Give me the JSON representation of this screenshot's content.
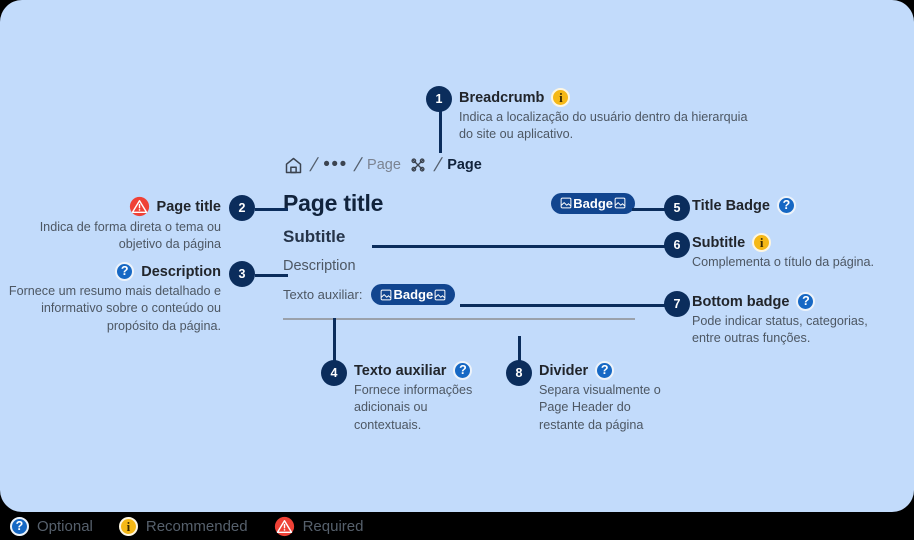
{
  "canvas": {
    "background_color": "#c2dbfb",
    "marker_color": "#0b2d5c"
  },
  "mock": {
    "breadcrumb": {
      "home_icon": "home-icon",
      "separator": "/",
      "ellipsis": "•••",
      "page_muted": "Page",
      "unknown_icon": "unknown-glyph-icon",
      "page_current": "Page"
    },
    "page_title": "Page title",
    "title_badge": {
      "label": "Badge",
      "leading_icon": "image-placeholder-icon",
      "trailing_icon": "image-placeholder-icon",
      "color": "#11458f"
    },
    "subtitle": "Subtitle",
    "description": "Description",
    "aux_text": "Texto auxiliar:",
    "bottom_badge": {
      "label": "Badge",
      "leading_icon": "image-placeholder-icon",
      "trailing_icon": "image-placeholder-icon",
      "color": "#11458f"
    },
    "divider_color": "#9aa1ab"
  },
  "annotations": [
    {
      "number": "1",
      "title": "Breadcrumb",
      "status": "recommended",
      "body": "Indica a localização do usuário dentro da hierarquia do site ou aplicativo."
    },
    {
      "number": "2",
      "title": "Page title",
      "status": "required",
      "body": "Indica de forma direta o tema ou objetivo da página"
    },
    {
      "number": "3",
      "title": "Description",
      "status": "optional",
      "body": "Fornece um resumo mais detalhado e informativo sobre o conteúdo ou propósito da página."
    },
    {
      "number": "4",
      "title": "Texto auxiliar",
      "status": "optional",
      "body": "Fornece informações adicionais ou contextuais."
    },
    {
      "number": "5",
      "title": "Title Badge",
      "status": "optional",
      "body": ""
    },
    {
      "number": "6",
      "title": "Subtitle",
      "status": "recommended",
      "body": "Complementa o título da página."
    },
    {
      "number": "7",
      "title": "Bottom badge",
      "status": "optional",
      "body": "Pode indicar status, categorias, entre outras funções."
    },
    {
      "number": "8",
      "title": "Divider",
      "status": "optional",
      "body": "Separa visualmente o Page Header do restante da página"
    }
  ],
  "legend": {
    "background_color": "#000000",
    "items": [
      {
        "icon": "question-mark-icon",
        "label": "Optional",
        "color": "#1668c4"
      },
      {
        "icon": "info-icon",
        "label": "Recommended",
        "color": "#f5b816"
      },
      {
        "icon": "warning-triangle-icon",
        "label": "Required",
        "color": "#ef4136"
      }
    ]
  }
}
